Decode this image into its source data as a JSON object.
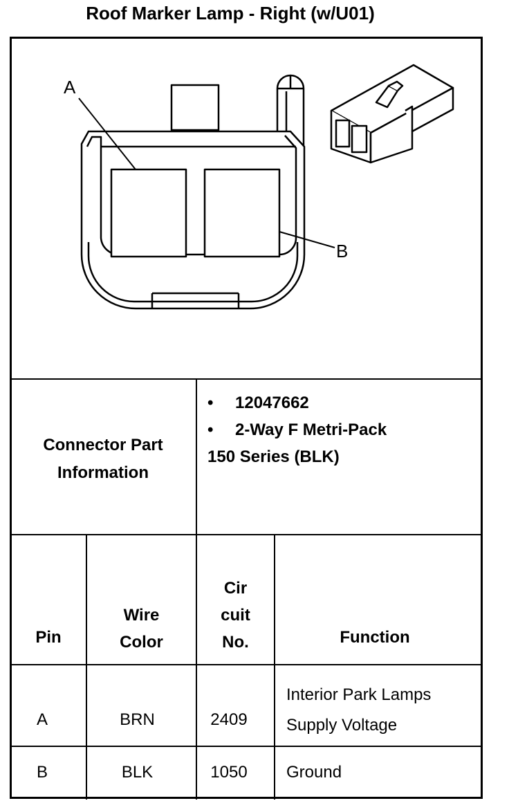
{
  "title": "Roof Marker Lamp - Right (w/U01)",
  "diagram": {
    "callout_a": "A",
    "callout_b": "B"
  },
  "connector": {
    "label_line1": "Connector Part",
    "label_line2": "Information",
    "bullets": [
      "12047662",
      "2-Way F Metri-Pack"
    ],
    "continuation": "150 Series (BLK)",
    "bullet_char": "•"
  },
  "table": {
    "headers": {
      "pin": "Pin",
      "wire_line1": "Wire",
      "wire_line2": "Color",
      "circuit_line1": "Cir",
      "circuit_line2": "cuit",
      "circuit_line3": "No.",
      "function": "Function"
    },
    "rows": [
      {
        "pin": "A",
        "wire_color": "BRN",
        "circuit": "2409",
        "function_line1": "Interior Park Lamps",
        "function_line2": "Supply Voltage"
      },
      {
        "pin": "B",
        "wire_color": "BLK",
        "circuit": "1050",
        "function_line1": "Ground",
        "function_line2": ""
      }
    ]
  }
}
